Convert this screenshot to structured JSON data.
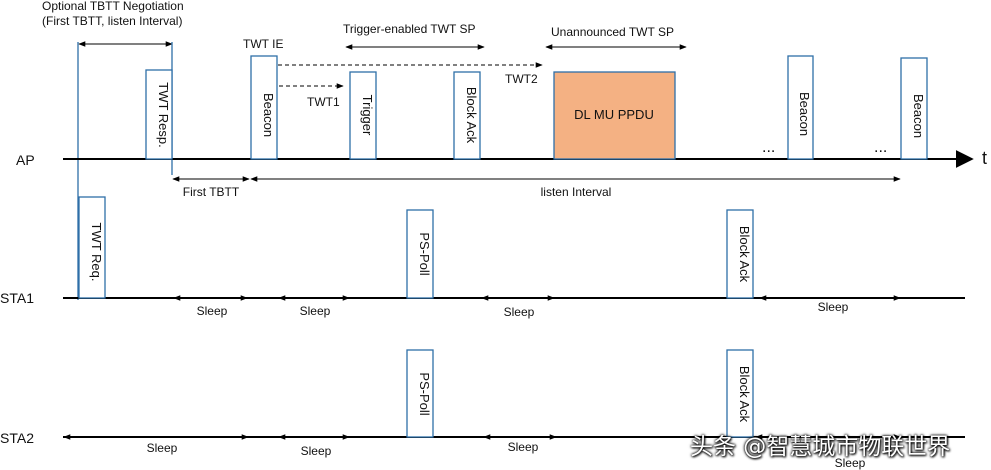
{
  "header": {
    "negotiation_line1": "Optional TBTT Negotiation",
    "negotiation_line2": "(First TBTT, listen Interval)",
    "twt_ie": "TWT IE",
    "trigger_sp": "Trigger-enabled TWT SP",
    "unannounced_sp": "Unannounced TWT SP"
  },
  "rows": {
    "ap": "AP",
    "sta1": "STA1",
    "sta2": "STA2",
    "time": "t"
  },
  "ap_frames": {
    "twt_resp": "TWT Resp.",
    "beacon": "Beacon",
    "trigger": "Trigger",
    "block_ack": "Block Ack",
    "dl_mu_ppdu": "DL MU PPDU",
    "beacon2": "Beacon",
    "beacon3": "Beacon"
  },
  "twt_labels": {
    "twt1": "TWT1",
    "twt2": "TWT2"
  },
  "intervals": {
    "first_tbtt": "First TBTT",
    "listen_interval": "listen Interval"
  },
  "ellipsis": "...",
  "sta1": {
    "twt_req": "TWT Req.",
    "ps_poll": "PS-Poll",
    "block_ack": "Block Ack",
    "sleep": "Sleep"
  },
  "sta2": {
    "ps_poll": "PS-Poll",
    "block_ack": "Block Ack",
    "sleep": "Sleep"
  },
  "watermark": "头条 @智慧城市物联世界",
  "colors": {
    "frame_border": "#2e6fa8",
    "ppdu_fill": "#f4b183",
    "line": "#000000"
  }
}
